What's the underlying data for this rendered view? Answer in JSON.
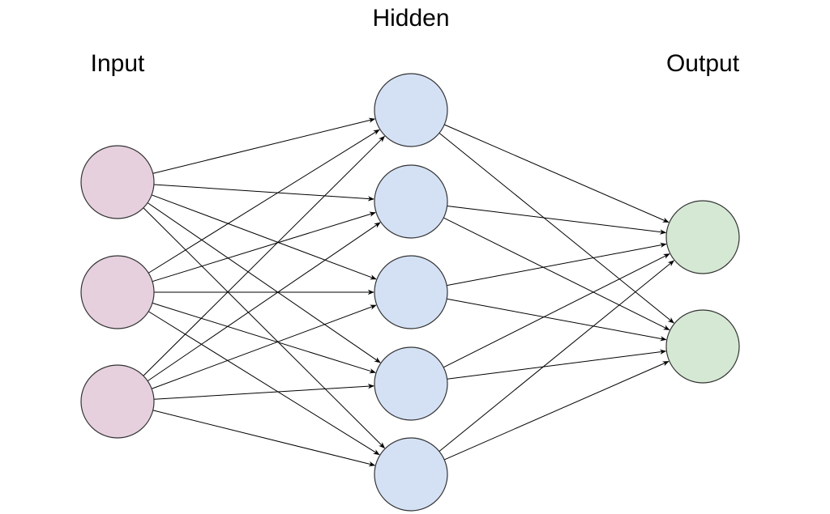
{
  "layers": [
    {
      "id": "input",
      "label": "Input",
      "node_count": 3,
      "color": "#e6d0de"
    },
    {
      "id": "hidden",
      "label": "Hidden",
      "node_count": 5,
      "color": "#d4e1f5"
    },
    {
      "id": "output",
      "label": "Output",
      "node_count": 2,
      "color": "#d5e8d4"
    }
  ],
  "connectivity": "fully-connected",
  "edge_color": "#000000",
  "node_stroke_color": "#333333"
}
